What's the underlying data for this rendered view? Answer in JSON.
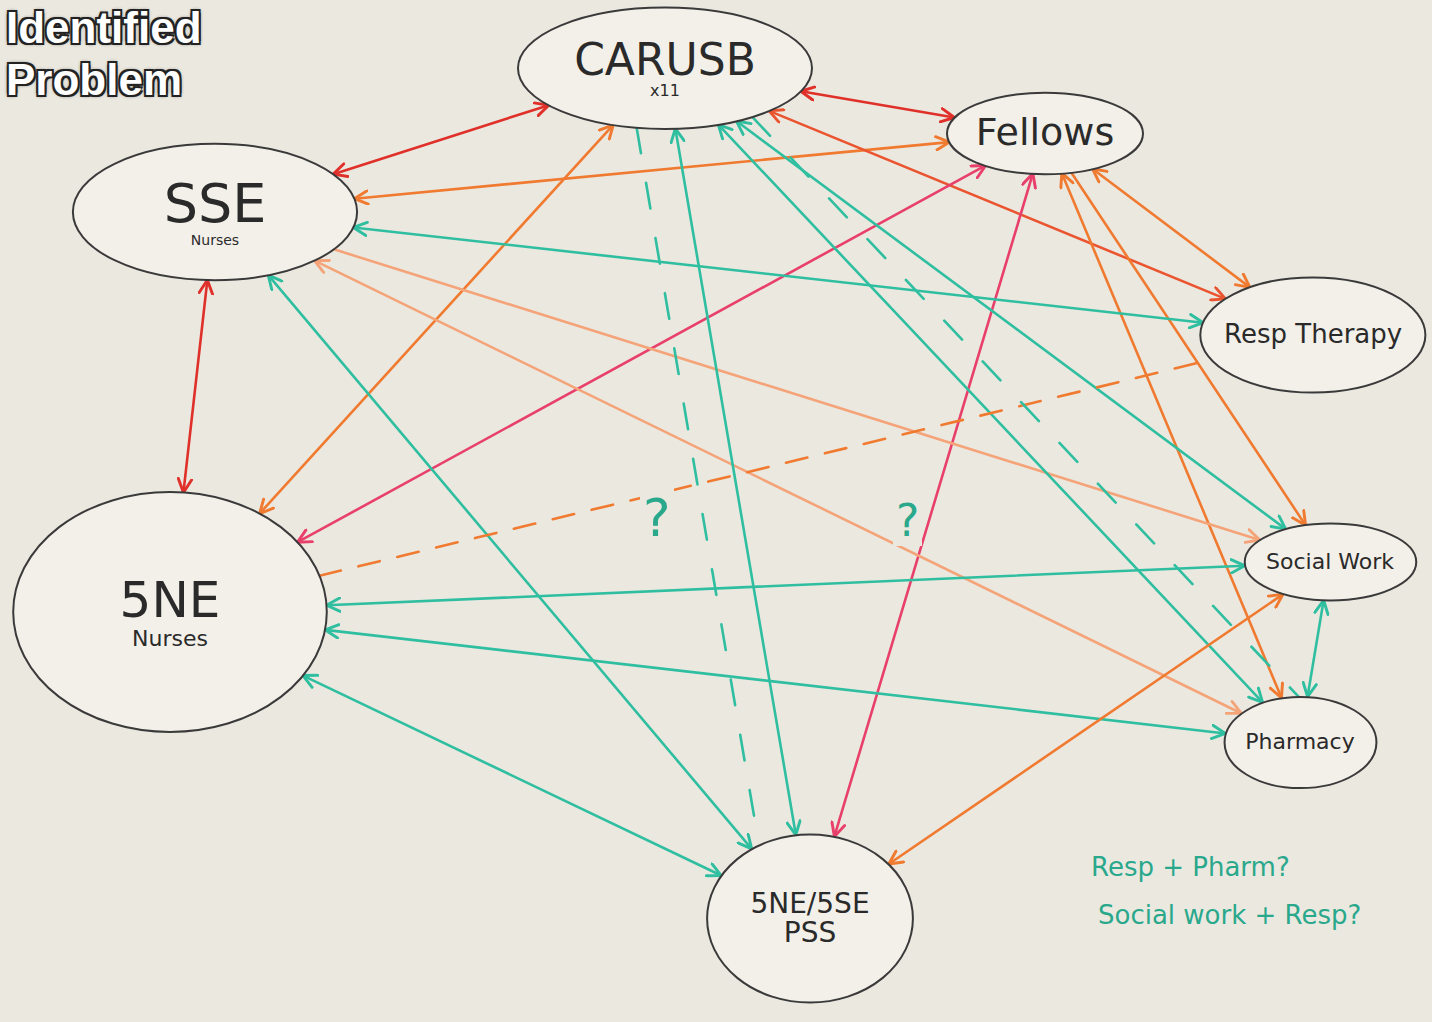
{
  "diagram": {
    "title": "Identified Problem",
    "nodes": [
      {
        "text": [
          "CARUSB",
          "x11"
        ]
      },
      {
        "text": [
          "Fellows"
        ]
      },
      {
        "text": [
          "SSE",
          "Nurses"
        ]
      },
      {
        "text": [
          "Resp Therapy"
        ]
      },
      {
        "text": [
          "Social Work"
        ]
      },
      {
        "text": [
          "5NE",
          "Nurses"
        ]
      },
      {
        "text": [
          "Pharmacy"
        ]
      },
      {
        "text": [
          "5NE/5SE",
          "PSS"
        ]
      }
    ],
    "edges": [
      {
        "from": 0,
        "to": 2,
        "arrow": "both"
      },
      {
        "from": 0,
        "to": 1,
        "arrow": "both"
      },
      {
        "from": 0,
        "to": 5,
        "arrow": "both"
      },
      {
        "from": 2,
        "to": 1,
        "arrow": "both"
      },
      {
        "from": 2,
        "to": 5,
        "arrow": "both"
      },
      {
        "from": 0,
        "to": 3,
        "arrow": "both"
      },
      {
        "from": 1,
        "to": 3,
        "arrow": "both"
      },
      {
        "from": 1,
        "to": 5,
        "arrow": "both"
      },
      {
        "from": 1,
        "to": 7,
        "arrow": "both"
      },
      {
        "from": 1,
        "to": 6,
        "arrow": "both"
      },
      {
        "from": 1,
        "to": 4,
        "arrow": "to"
      },
      {
        "from": 2,
        "to": 4,
        "arrow": "to"
      },
      {
        "from": 2,
        "to": 6,
        "arrow": "both"
      },
      {
        "from": 2,
        "to": 3,
        "arrow": "both"
      },
      {
        "from": 2,
        "to": 7,
        "arrow": "both"
      },
      {
        "from": 0,
        "to": 7,
        "arrow": "both"
      },
      {
        "from": 0,
        "to": 4,
        "arrow": "both"
      },
      {
        "from": 0,
        "to": 6,
        "arrow": "both"
      },
      {
        "from": 5,
        "to": 4,
        "arrow": "both"
      },
      {
        "from": 5,
        "to": 6,
        "arrow": "both"
      },
      {
        "from": 5,
        "to": 7,
        "arrow": "both"
      },
      {
        "from": 4,
        "to": 6,
        "arrow": "both"
      },
      {
        "from": 7,
        "to": 4,
        "arrow": "both"
      },
      {
        "from": 5,
        "to": 3,
        "arrow": "none"
      },
      {
        "from": 0,
        "to": 7,
        "arrow": "none"
      },
      {
        "from": 0,
        "to": 6,
        "arrow": "none"
      }
    ],
    "labels": [
      "?",
      "?",
      "Resp + Pharm?",
      "Social work + Resp?"
    ]
  }
}
